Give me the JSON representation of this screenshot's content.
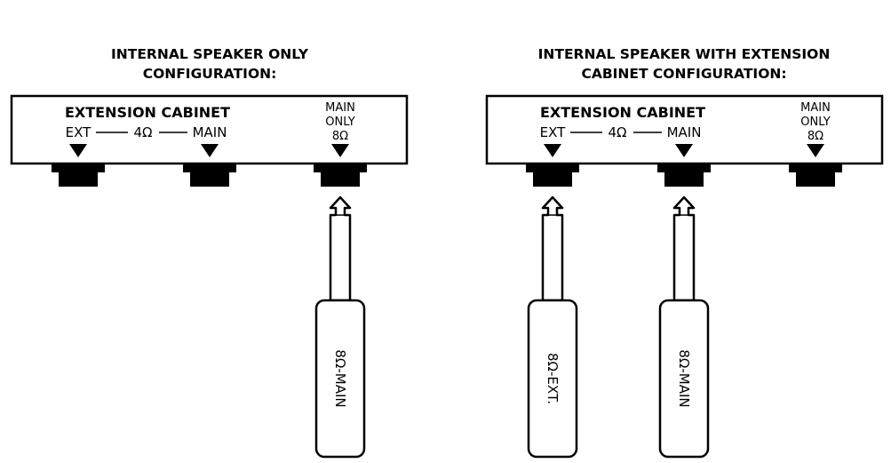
{
  "left": {
    "title_line1": "INTERNAL SPEAKER ONLY",
    "title_line2": "CONFIGURATION:",
    "cabinet_label": "EXTENSION CABINET",
    "ext_label": "EXT",
    "ohm_label": "4Ω",
    "main_label": "MAIN",
    "main_only_line1": "MAIN",
    "main_only_line2": "ONLY",
    "main_only_ohm": "8Ω",
    "plugs": [
      {
        "label": "8Ω-MAIN"
      }
    ]
  },
  "right": {
    "title_line1": "INTERNAL SPEAKER WITH EXTENSION",
    "title_line2": "CABINET CONFIGURATION:",
    "cabinet_label": "EXTENSION CABINET",
    "ext_label": "EXT",
    "ohm_label": "4Ω",
    "main_label": "MAIN",
    "main_only_line1": "MAIN",
    "main_only_line2": "ONLY",
    "main_only_ohm": "8Ω",
    "plugs": [
      {
        "label": "8Ω-EXT."
      },
      {
        "label": "8Ω-MAIN"
      }
    ]
  },
  "colors": {
    "ink": "#000000",
    "background": "#ffffff"
  }
}
